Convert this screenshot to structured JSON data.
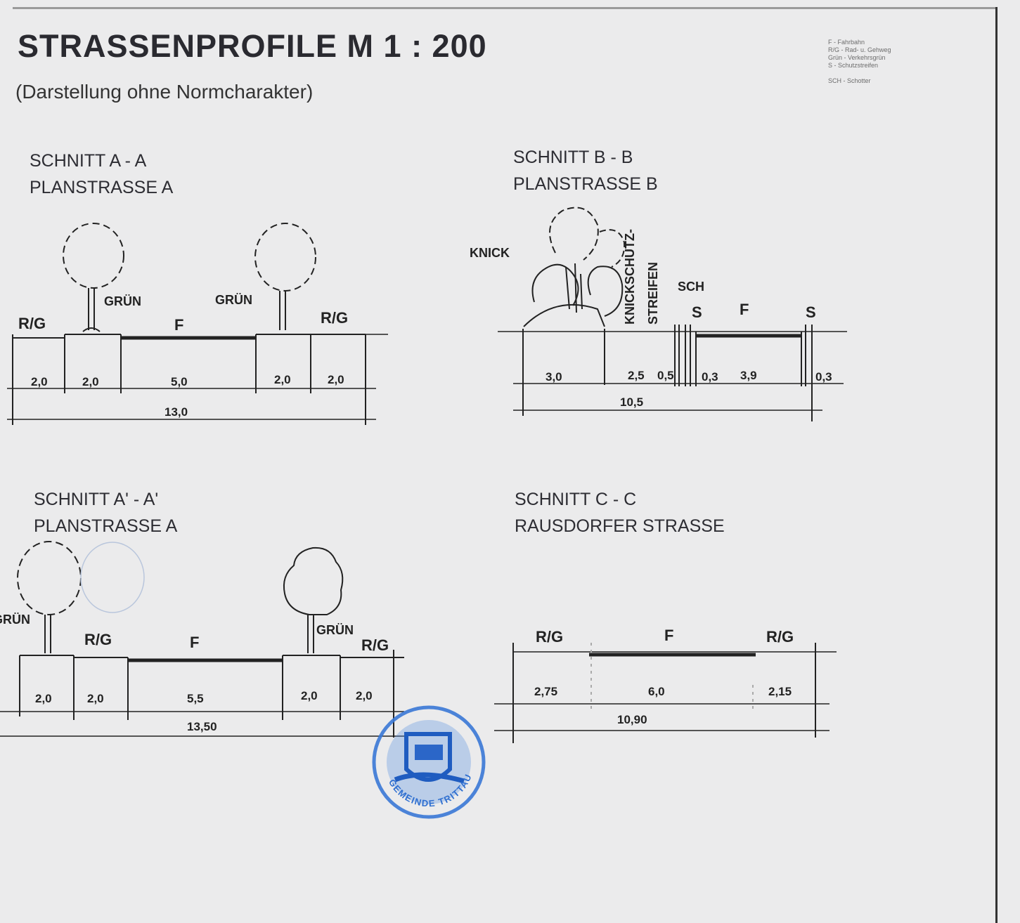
{
  "title": "STRASSENPROFILE M 1 : 200",
  "subtitle": "(Darstellung ohne Normcharakter)",
  "legend": {
    "lines": [
      "F - Fahrbahn",
      "R/G - Rad- u. Gehweg",
      "Grün - Verkehrsgrün",
      "S - Schutzstreifen",
      "",
      "SCH - Schotter"
    ]
  },
  "sections": {
    "aa": {
      "heading1": "SCHNITT A - A",
      "heading2": "PLANSTRASSE A",
      "labels": {
        "rg_left": "R/G",
        "gruen_left": "GRÜN",
        "f": "F",
        "gruen_right": "GRÜN",
        "rg_right": "R/G"
      },
      "dims": [
        "2,0",
        "2,0",
        "5,0",
        "2,0",
        "2,0"
      ],
      "total": "13,0"
    },
    "bb": {
      "heading1": "SCHNITT B - B",
      "heading2": "PLANSTRASSE B",
      "labels": {
        "knick": "KNICK",
        "knickschutz": "KNICKSCHUTZ-",
        "streifen": "STREIFEN",
        "sch": "SCH",
        "s_left": "S",
        "f": "F",
        "s_right": "S"
      },
      "dims": [
        "3,0",
        "2,5",
        "0,5",
        "0,3",
        "3,9",
        "0,3"
      ],
      "total": "10,5"
    },
    "a2": {
      "heading1": "SCHNITT A' - A'",
      "heading2": "PLANSTRASSE A",
      "labels": {
        "gruen_left": "GRÜN",
        "rg_left": "R/G",
        "f": "F",
        "gruen_right": "GRÜN",
        "rg_right": "R/G"
      },
      "dims": [
        "2,0",
        "2,0",
        "5,5",
        "2,0",
        "2,0"
      ],
      "total": "13,50"
    },
    "cc": {
      "heading1": "SCHNITT C - C",
      "heading2": "RAUSDORFER STRASSE",
      "labels": {
        "rg_left": "R/G",
        "f": "F",
        "rg_right": "R/G"
      },
      "dims": [
        "2,75",
        "6,0",
        "2,15"
      ],
      "total": "10,90"
    }
  },
  "stamp": {
    "text": "GEMEINDE TRITTAU",
    "color": "#2f6fd0"
  }
}
